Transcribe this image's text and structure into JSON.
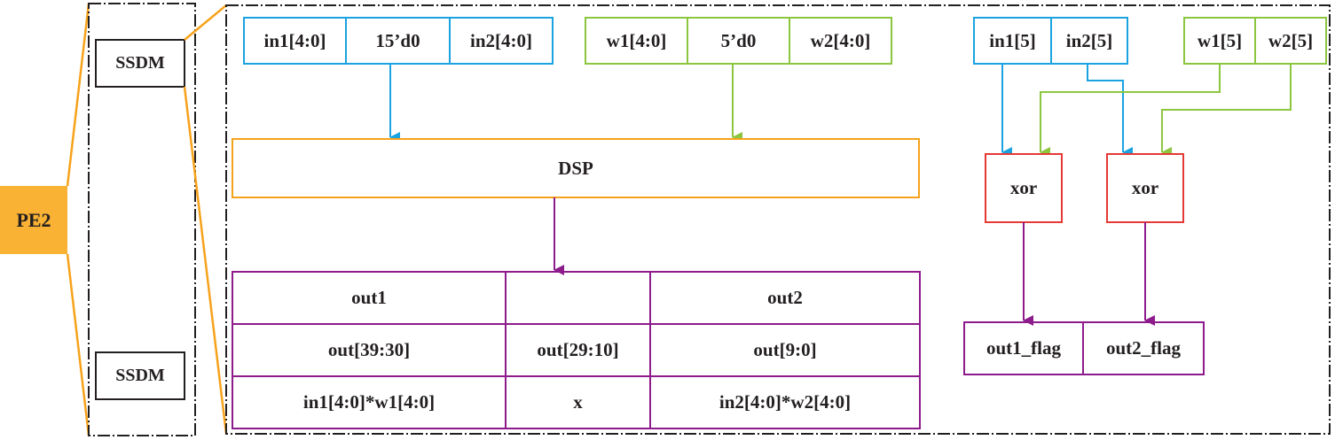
{
  "colors": {
    "input_blue": "#1aa3e0",
    "weight_green": "#8cc63f",
    "dsp_orange": "#f7a21b",
    "output_purple": "#8e1b8c",
    "xor_red": "#e53935",
    "pe_fill": "#f9b233",
    "frame_dark": "#231f20"
  },
  "pe_label": "PE2",
  "ssdm_top": "SSDM",
  "ssdm_bottom": "SSDM",
  "input_bus": [
    "in1[4:0]",
    "15’d0",
    "in2[4:0]"
  ],
  "weight_bus": [
    "w1[4:0]",
    "5’d0",
    "w2[4:0]"
  ],
  "sign_inputs": [
    "in1[5]",
    "in2[5]"
  ],
  "sign_weights": [
    "w1[5]",
    "w2[5]"
  ],
  "dsp_label": "DSP",
  "output_table": {
    "header": [
      "out1",
      "",
      "out2"
    ],
    "ranges": [
      "out[39:30]",
      "out[29:10]",
      "out[9:0]"
    ],
    "products": [
      "in1[4:0]*w1[4:0]",
      "x",
      "in2[4:0]*w2[4:0]"
    ]
  },
  "xor_gates": [
    "xor",
    "xor"
  ],
  "flags": [
    "out1_flag",
    "out2_flag"
  ]
}
